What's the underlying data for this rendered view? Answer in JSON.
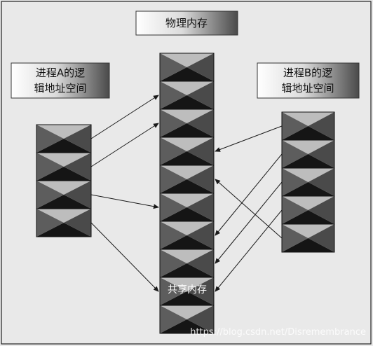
{
  "physical_memory": {
    "title": "物理内存",
    "blocks": 10
  },
  "process_a": {
    "title_line1": "进程A的逻",
    "title_line2": "辑地址空间",
    "blocks": 4
  },
  "process_b": {
    "title_line1": "进程B的逻",
    "title_line2": "辑地址空间",
    "blocks": 5
  },
  "shared_memory_label": "共享内存",
  "watermark": "https://blog.csdn.net/Disremembrance",
  "mappings": [
    {
      "from": "A",
      "from_block": 0,
      "to_block": 1
    },
    {
      "from": "A",
      "from_block": 1,
      "to_block": 2
    },
    {
      "from": "A",
      "from_block": 2,
      "to_block": 5
    },
    {
      "from": "A",
      "from_block": 3,
      "to_block": 8
    },
    {
      "from": "B",
      "from_block": 0,
      "to_block": 3
    },
    {
      "from": "B",
      "from_block": 1,
      "to_block": 6
    },
    {
      "from": "B",
      "from_block": 2,
      "to_block": 7
    },
    {
      "from": "B",
      "from_block": 3,
      "to_block": 8
    },
    {
      "from": "B",
      "from_block": 4,
      "to_block": 4
    }
  ],
  "colors": {
    "block_top": "#bdbdbd",
    "block_bottom": "#151515",
    "block_left": "#5d5d5d",
    "block_right": "#4a4a4a",
    "background": "#e9e9e9"
  }
}
